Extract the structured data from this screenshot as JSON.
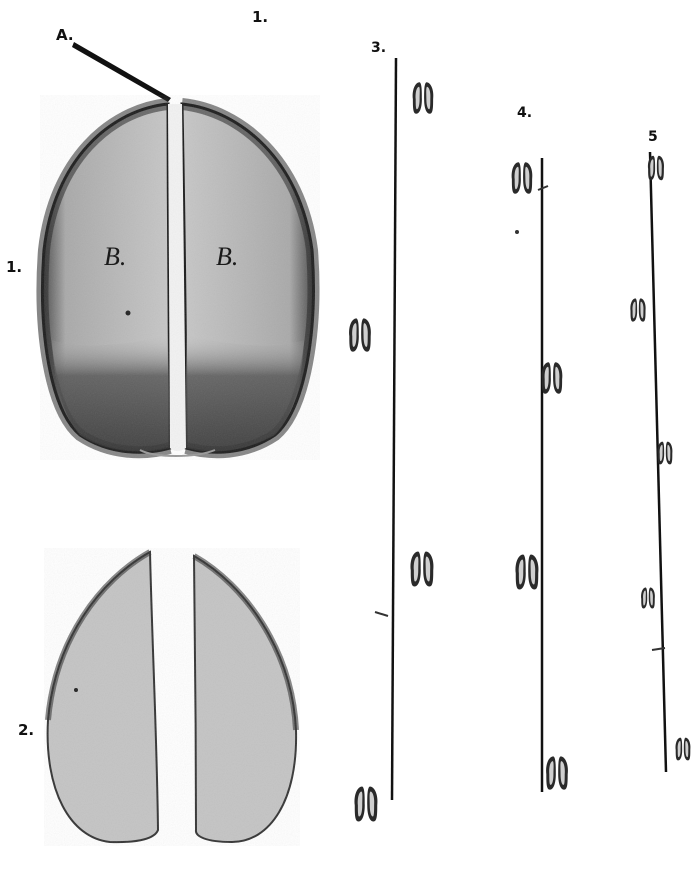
{
  "plate": {
    "top_number": "1.",
    "pointer_label": "A.",
    "hoof_label_left": "B.",
    "hoof_label_right": "B.",
    "figure_1_label": "1.",
    "figure_2_label": "2.",
    "figure_3_label": "3.",
    "figure_4_label": "4.",
    "figure_5_label": "5"
  },
  "colors": {
    "ink": "#111111",
    "hoof_fill": "#bdbdbd",
    "hoof_dark": "#2a2a2a"
  }
}
